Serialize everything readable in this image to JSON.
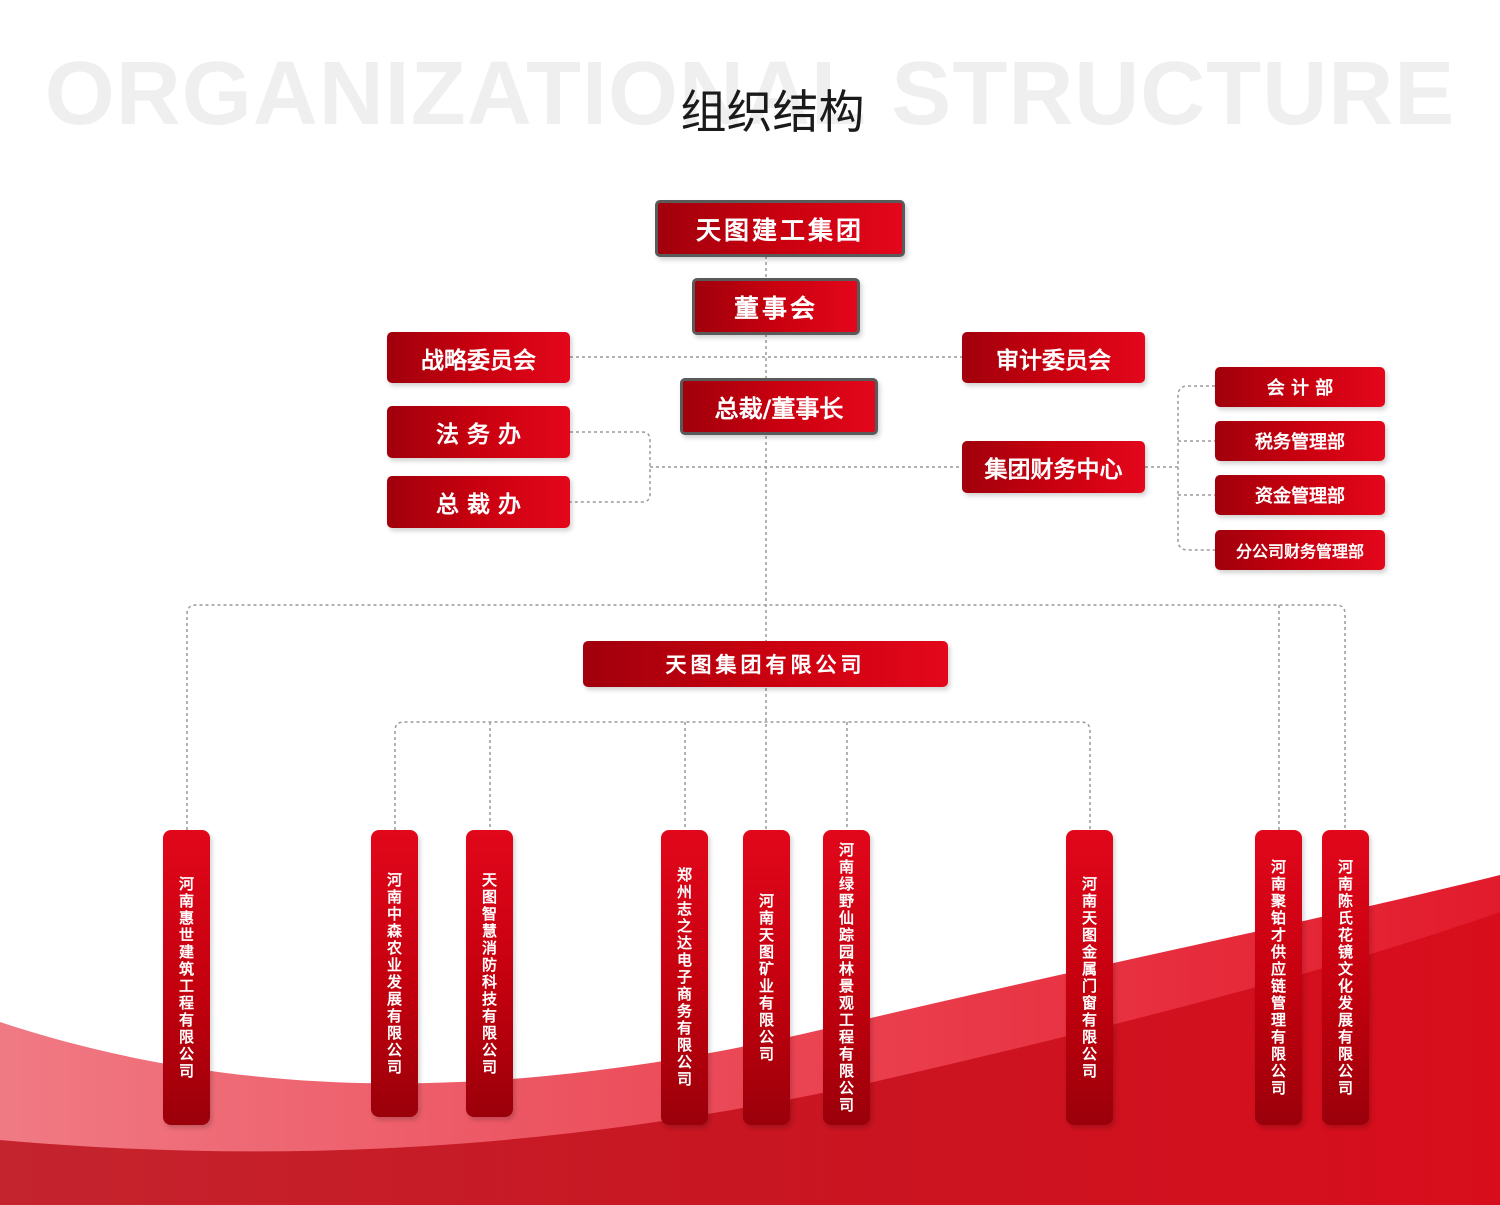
{
  "watermark": "ORGANIZATIONAL STRUCTURE",
  "title": "组织结构",
  "nodes": {
    "group": "天图建工集团",
    "board": "董事会",
    "president": "总裁/董事长",
    "strategy": "战略委员会",
    "audit": "审计委员会",
    "legal": "法 务 办",
    "president_office": "总 裁 办",
    "finance_center": "集团财务中心",
    "accounting": "会 计 部",
    "tax": "税务管理部",
    "funds": "资金管理部",
    "branch_finance": "分公司财务管理部",
    "company": "天图集团有限公司"
  },
  "subsidiaries": [
    "河南惠世建筑工程有限公司",
    "河南中森农业发展有限公司",
    "天图智慧消防科技有限公司",
    "郑州志之达电子商务有限公司",
    "河南天图矿业有限公司",
    "河南绿野仙踪园林景观工程有限公司",
    "河南天图金属门窗有限公司",
    "河南聚铂才供应链管理有限公司",
    "河南陈氏花镜文化发展有限公司"
  ],
  "colors": {
    "primary_red": "#c9000f",
    "dark_red": "#a0000c",
    "connector": "#9a9a9a",
    "box_outline": "#5a5a5a"
  }
}
